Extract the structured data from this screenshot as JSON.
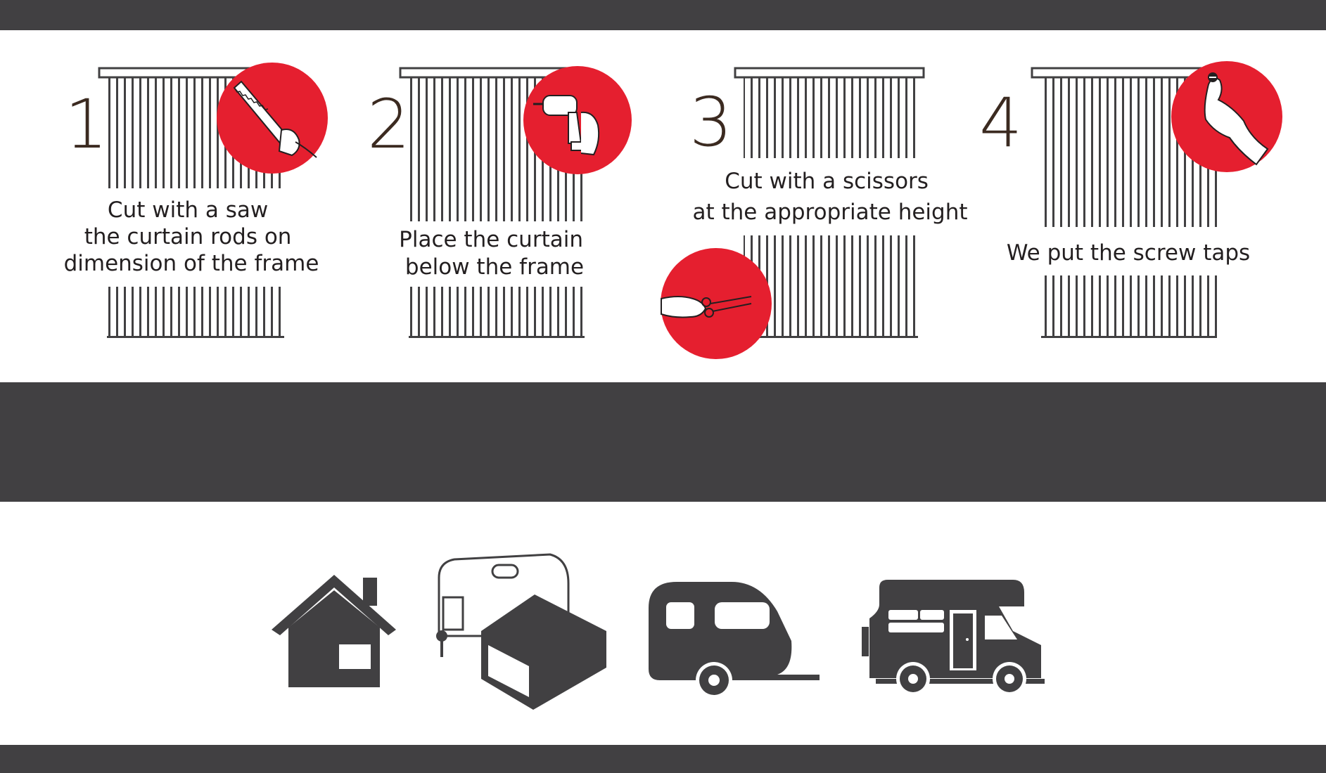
{
  "colors": {
    "band": "#414042",
    "accent_red": "#e51f2f",
    "numeral_brown": "#3b2a20",
    "text": "#231f20",
    "icon_dark": "#414042",
    "background": "#ffffff"
  },
  "steps": [
    {
      "number": "1",
      "caption_lines": [
        "Cut with a saw",
        "the curtain rods on",
        "dimension of the frame"
      ],
      "icon": "saw-icon"
    },
    {
      "number": "2",
      "caption_lines": [
        "Place the curtain",
        "below the frame"
      ],
      "icon": "drill-icon"
    },
    {
      "number": "3",
      "caption_lines": [
        "Cut with a scissors",
        "at the appropriate height"
      ],
      "icon": "scissors-icon"
    },
    {
      "number": "4",
      "caption_lines": [
        "We put the screw taps"
      ],
      "icon": "screw-tap-icon"
    }
  ],
  "applications": [
    {
      "icon": "house-icon"
    },
    {
      "icon": "caravan-awning-icon"
    },
    {
      "icon": "caravan-icon"
    },
    {
      "icon": "motorhome-icon"
    }
  ]
}
